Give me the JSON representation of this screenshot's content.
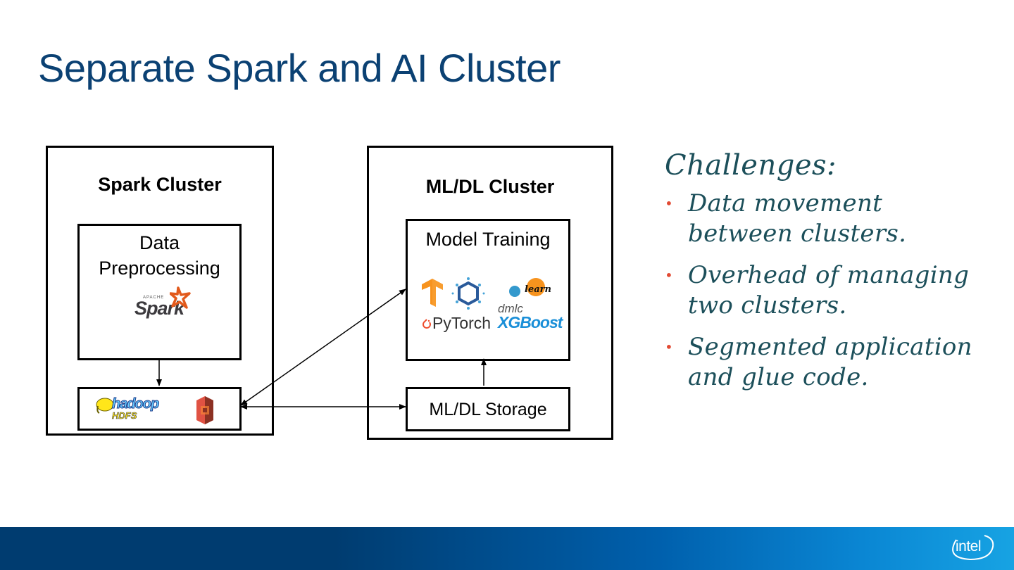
{
  "slide": {
    "title": "Separate Spark and AI Cluster"
  },
  "spark_cluster": {
    "title": "Spark Cluster",
    "preprocessing": {
      "label_line1": "Data",
      "label_line2": "Preprocessing",
      "logo": {
        "name": "apache-spark-logo",
        "apache_text": "APACHE",
        "text": "Spark"
      }
    },
    "storage": {
      "logos": [
        {
          "name": "hadoop-hdfs-logo",
          "text": "hadoop",
          "subtext": "HDFS"
        },
        {
          "name": "amazon-s3-logo"
        }
      ]
    }
  },
  "ml_cluster": {
    "title": "ML/DL Cluster",
    "model_training": {
      "label": "Model Training",
      "logos": [
        {
          "name": "tensorflow-logo"
        },
        {
          "name": "horovod-logo"
        },
        {
          "name": "scikit-learn-logo",
          "text": "learn"
        },
        {
          "name": "pytorch-logo",
          "text": "PyTorch"
        },
        {
          "name": "xgboost-logo",
          "prefix": "dmlc",
          "text": "XGBoost"
        }
      ]
    },
    "storage": {
      "label": "ML/DL Storage"
    }
  },
  "challenges": {
    "title": "Challenges:",
    "items": [
      {
        "line1": "Data movement",
        "line2": "between clusters."
      },
      {
        "line1": "Overhead of managing",
        "line2": "two clusters."
      },
      {
        "line1": "Segmented application",
        "line2": "and glue code."
      }
    ]
  },
  "footer": {
    "logo_text": "intel"
  },
  "colors": {
    "title": "#0b4173",
    "challenges_text": "#1c4f5a",
    "bullet": "#e24a33",
    "footer_dark": "#003c70",
    "footer_light": "#17a3e3"
  }
}
